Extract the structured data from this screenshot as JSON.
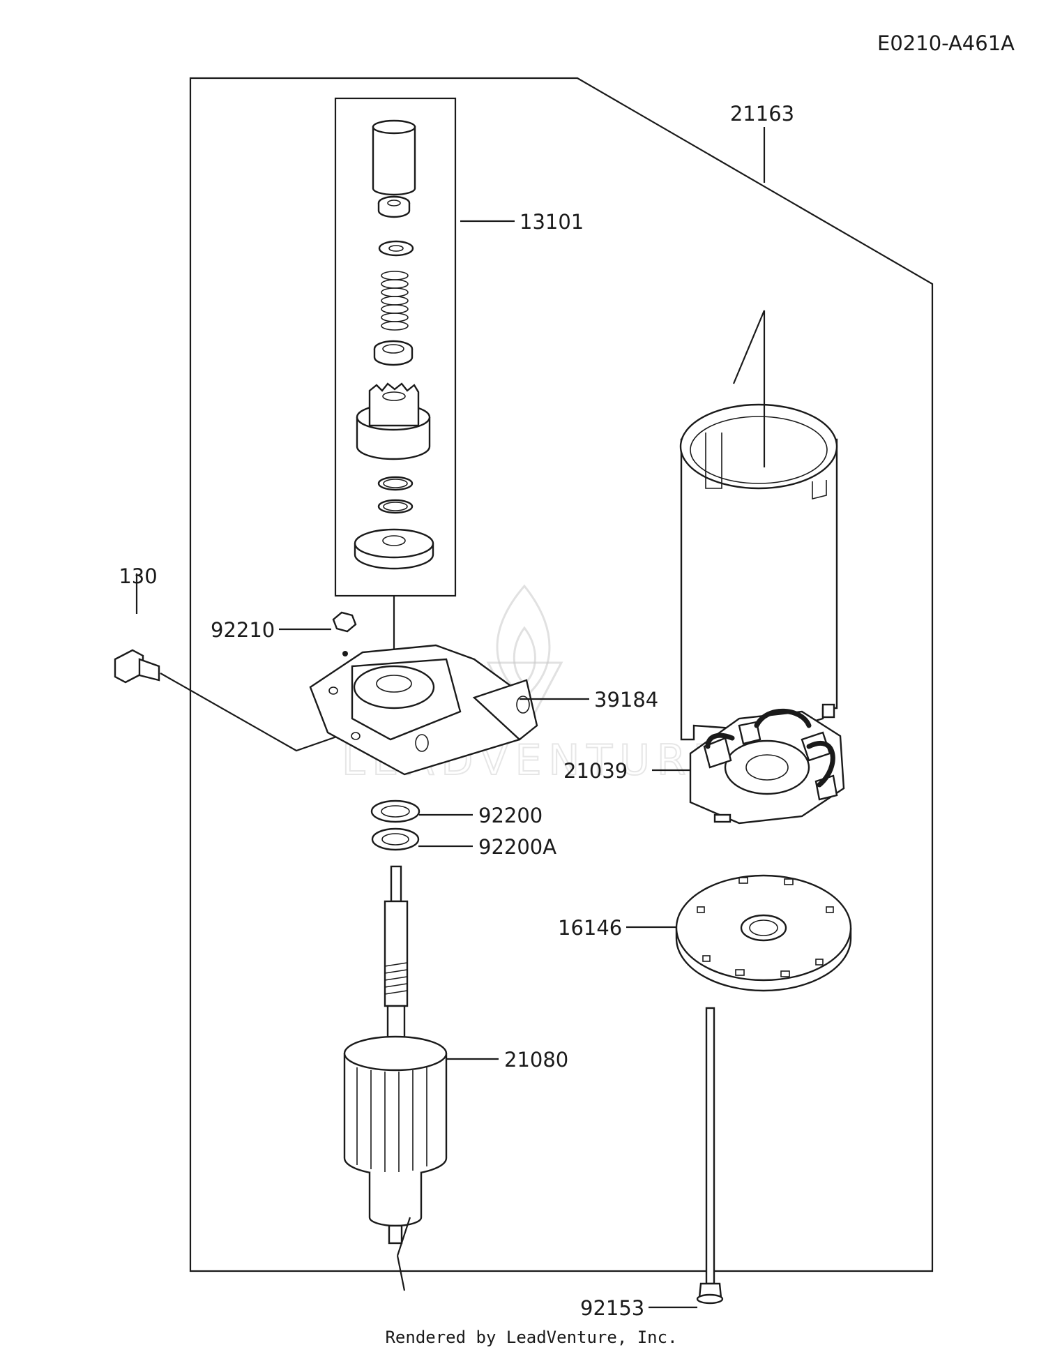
{
  "diagram_code": "E0210-A461A",
  "footer": "Rendered by LeadVenture, Inc.",
  "watermark": "LEADVENTURE",
  "parts": {
    "p21163": "21163",
    "p13101": "13101",
    "p130": "130",
    "p92210": "92210",
    "p39184": "39184",
    "p21039": "21039",
    "p92200": "92200",
    "p92200a": "92200A",
    "p16146": "16146",
    "p21080": "21080",
    "p92153": "92153"
  }
}
